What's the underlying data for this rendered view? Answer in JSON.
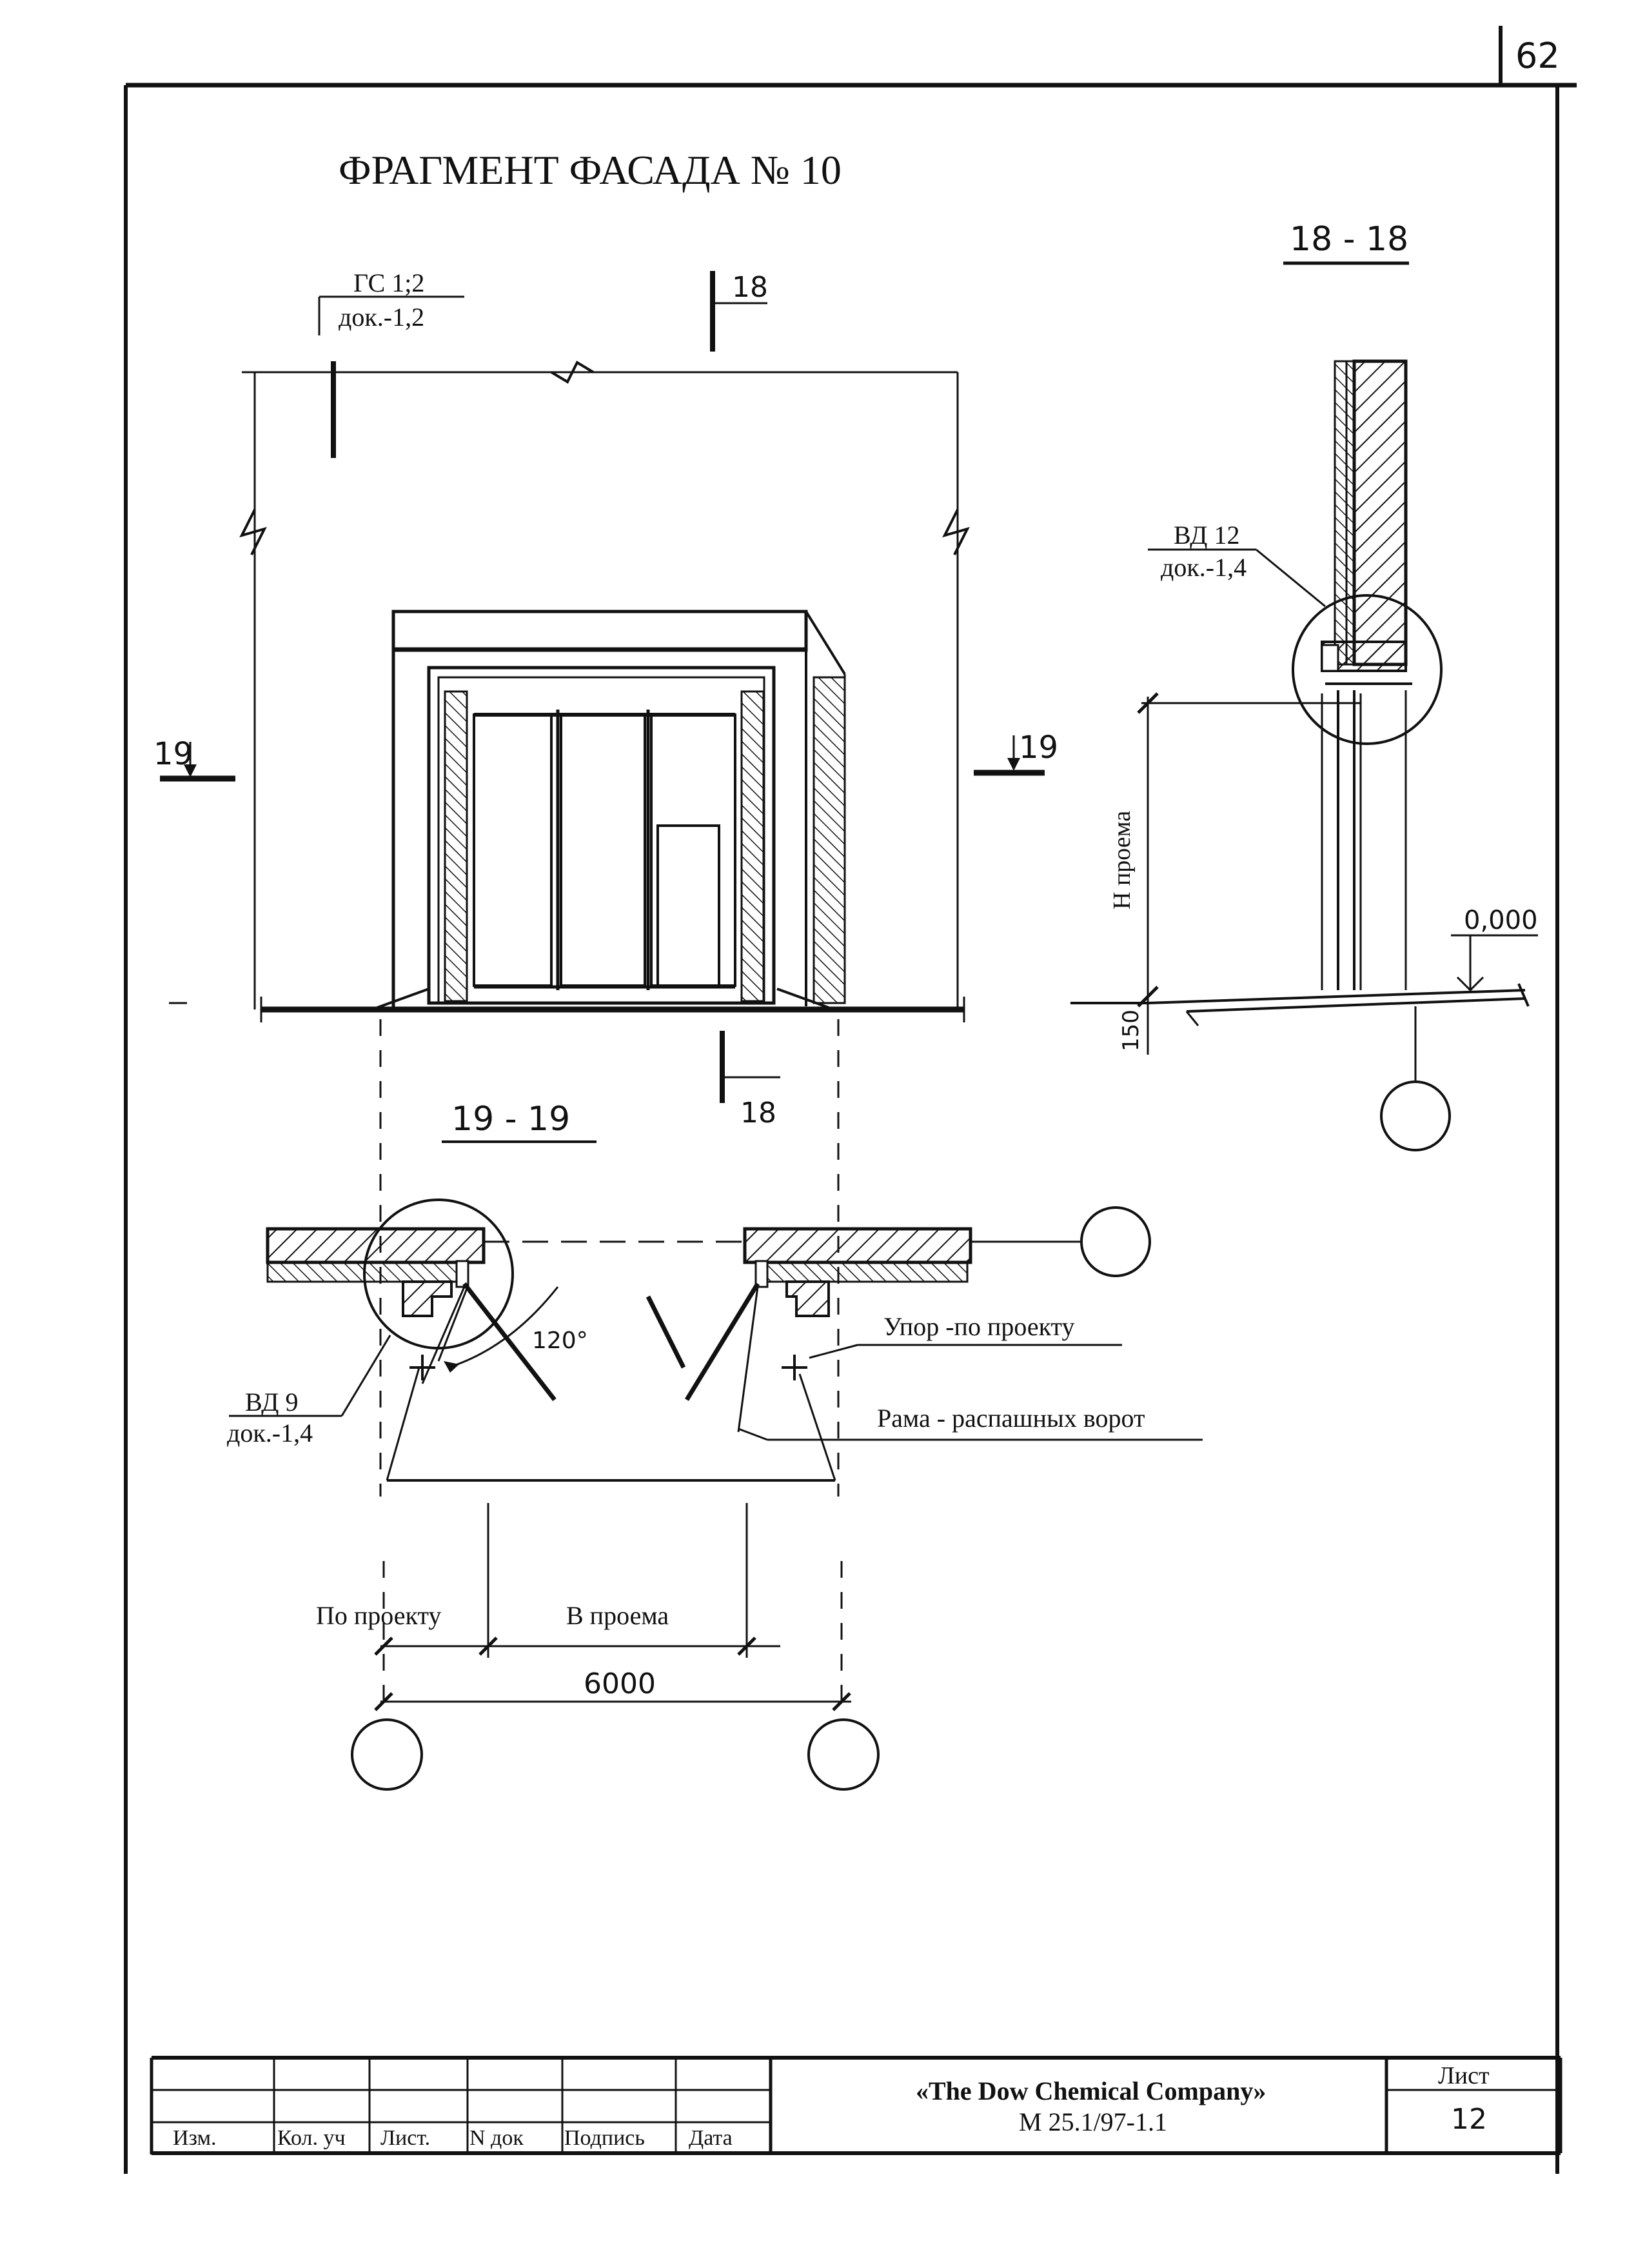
{
  "sheet_number_top": "62",
  "title": "ФРАГМЕНТ ФАСАДА № 10",
  "callouts": {
    "gs": {
      "code": "ГС 1;2",
      "ref": "док.-1,2"
    },
    "vd12": {
      "code": "ВД 12",
      "ref": "док.-1,4"
    },
    "vd9": {
      "code": "ВД 9",
      "ref": "док.-1,4"
    }
  },
  "section_marks": {
    "mark_18": "18",
    "mark_19": "19",
    "section_18_title": "18 - 18",
    "section_19_title": "19 - 19"
  },
  "section_18": {
    "height_label": "Н проема",
    "level_mark": "0,000",
    "step_dim": "150"
  },
  "plan_19": {
    "angle_label": "120°",
    "stop_label": "Упор -по проекту",
    "frame_label": "Рама - распашных ворот",
    "dim_by_project": "По проекту",
    "dim_opening_width": "В проема",
    "dim_total": "6000"
  },
  "title_block": {
    "columns": [
      "Изм.",
      "Кол. уч",
      "Лист.",
      "N док",
      "Подпись",
      "Дата"
    ],
    "company": "«The Dow Chemical Company»",
    "doc_code": "М 25.1/97-1.1",
    "sheet_label": "Лист",
    "sheet_number": "12"
  }
}
